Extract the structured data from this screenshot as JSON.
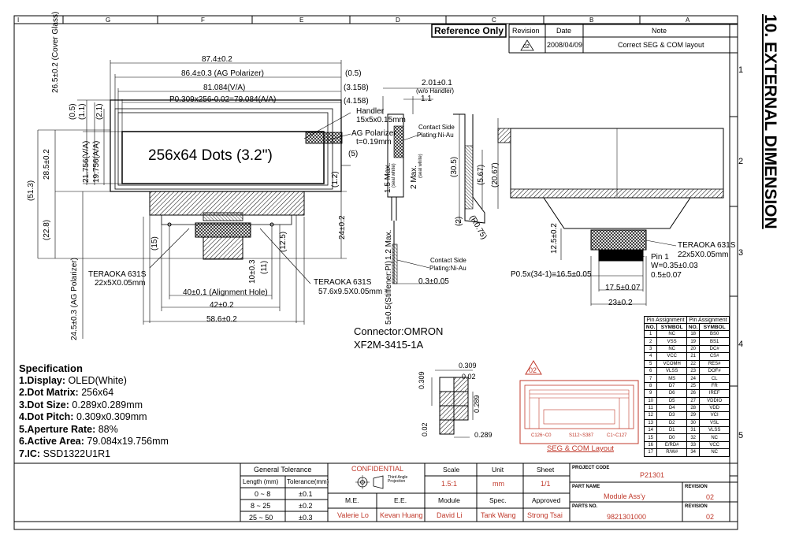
{
  "section_title": "10. EXTERNAL DIMENSION",
  "column_letters": [
    "I",
    "G",
    "F",
    "E",
    "D",
    "C",
    "B",
    "A"
  ],
  "row_numbers": [
    "1",
    "2",
    "3",
    "4",
    "5"
  ],
  "revision_block": {
    "reference_only": "Reference Only",
    "headers": [
      "Revision",
      "Date",
      "Note"
    ],
    "revision_mark": "02",
    "date": "2008/04/09",
    "note": "Correct SEG & COM layout"
  },
  "front_view": {
    "center_text": "256x64 Dots (3.2\")",
    "dims": {
      "overall_width": "87.4±0.2",
      "polarizer_width": "86.4±0.3 (AG Polarizer)",
      "va_width": "81.084(V/A)",
      "aa_width": "P0.309x256-0.02=79.084(A/A)",
      "r_05": "(0.5)",
      "r_3158": "(3.158)",
      "r_4158": "(4.158)",
      "handler": "Handler",
      "handler_size": "15x5x0.15mm",
      "ag_polarizer": "AG Polarizer",
      "ag_thickness": "t=0.19mm",
      "r_5": "(5)",
      "r_12": "(1.2)",
      "cover_glass": "26.5±0.2 (Cover Glass)",
      "h_285": "28.5±0.2",
      "h_05": "(0.5)",
      "h_11": "(1.1)",
      "h_21": "(2.1)",
      "va_h": "21.756(V/A)",
      "aa_h": "19.756(A/A)",
      "h_513": "(51.3)",
      "h_228": "(22.8)",
      "h_15": "(15)",
      "h_125": "(12.5)",
      "h_24": "24±0.2",
      "h_11b": "(11)",
      "h_10": "10±0.3",
      "ag_pol_h": "24.5±0.3 (AG Polarizer)",
      "teraoka_left": "TERAOKA 631S",
      "teraoka_left_size": "22x5X0.05mm",
      "teraoka_mid": "TERAOKA 631S",
      "teraoka_mid_size": "57.6x9.5X0.05mm",
      "align_hole": "40±0.1 (Alignment Hole)",
      "w_42": "42±0.2",
      "w_586": "58.6±0.2"
    }
  },
  "side_view": {
    "d_201": "2.01±0.1",
    "wo_handler": "(w/o Handler)",
    "d_11": "1.1",
    "contact_side_1": "Contact Side",
    "plating_1": "Plating:Ni-Au",
    "max_15": "1.5 Max.",
    "max_2": "2 Max.",
    "seal_white": "(seal white)",
    "max_12": "1.2 Max.",
    "contact_side_2": "Contact Side",
    "plating_2": "Plating:Ni-Au",
    "d_03": "0.3±0.05",
    "stiffener": "5±0.5(Stiffener:PI)",
    "d_305": "(30.5)",
    "d_567": "(5.67)",
    "d_2067": "(20.67)",
    "d_2": "(2)",
    "r075": "(R0.75)"
  },
  "connector": {
    "line1": "Connector:OMRON",
    "line2": "XF2M-3415-1A"
  },
  "right_view": {
    "teraoka": "TERAOKA 631S",
    "teraoka_size": "22x5X0.05mm",
    "pin1": "Pin 1",
    "w": "W=0.35±0.03",
    "d_05": "0.5±0.07",
    "pitch": "P0.5x(34-1)=16.5±0.05",
    "d_175": "17.5±0.07",
    "d_23": "23±0.2",
    "d_125": "12.5±0.2"
  },
  "pin_table": {
    "group_headers": [
      "Pin Assignment",
      "Pin Assignment"
    ],
    "headers": [
      "NO.",
      "SYMBOL",
      "NO.",
      "SYMBOL"
    ],
    "rows": [
      [
        "1",
        "NC",
        "18",
        "BS0"
      ],
      [
        "2",
        "VSS",
        "19",
        "BS1"
      ],
      [
        "3",
        "NC",
        "20",
        "DC#"
      ],
      [
        "4",
        "VCC",
        "21",
        "CS#"
      ],
      [
        "5",
        "VCOMH",
        "22",
        "RES#"
      ],
      [
        "6",
        "VLSS",
        "23",
        "DOF#"
      ],
      [
        "7",
        "MS",
        "24",
        "CL"
      ],
      [
        "8",
        "D7",
        "25",
        "FR"
      ],
      [
        "9",
        "D6",
        "26",
        "IREF"
      ],
      [
        "10",
        "D5",
        "27",
        "VDDIO"
      ],
      [
        "11",
        "D4",
        "28",
        "VDD"
      ],
      [
        "12",
        "D3",
        "29",
        "VCI"
      ],
      [
        "13",
        "D2",
        "30",
        "VSL"
      ],
      [
        "14",
        "D1",
        "31",
        "VLSS"
      ],
      [
        "15",
        "D0",
        "32",
        "NC"
      ],
      [
        "16",
        "E/RD#",
        "33",
        "VCC"
      ],
      [
        "17",
        "R/W#",
        "34",
        "NC"
      ]
    ]
  },
  "dot_detail": {
    "d_309_top": "0.309",
    "d_002_top": "0.02",
    "d_309_left": "0.309",
    "d_289_right": "0.289",
    "d_002_left": "0.02",
    "d_289_bottom": "0.289"
  },
  "seg_com": {
    "mark": "02",
    "c126": "C126~C0",
    "s112": "S112~S387",
    "c1": "C1~C127",
    "title": "SEG & COM Layout"
  },
  "specification": {
    "title": "Specification",
    "items": [
      {
        "label": "1.Display:",
        "value": "OLED(White)"
      },
      {
        "label": "2.Dot Matrix:",
        "value": "256x64"
      },
      {
        "label": "3.Dot Size:",
        "value": "0.289x0.289mm"
      },
      {
        "label": "4.Dot Pitch:",
        "value": "0.309x0.309mm"
      },
      {
        "label": "5.Aperture Rate:",
        "value": "88%"
      },
      {
        "label": "6.Active Area:",
        "value": "79.084x19.756mm"
      },
      {
        "label": "7.IC:",
        "value": "SSD1322U1R1"
      }
    ]
  },
  "tolerance": {
    "title": "General Tolerance",
    "headers": [
      "Length (mm)",
      "Tolerance(mm)"
    ],
    "rows": [
      [
        "0 ~ 8",
        "±0.1"
      ],
      [
        "8 ~ 25",
        "±0.2"
      ],
      [
        "25 ~ 50",
        "±0.3"
      ]
    ]
  },
  "title_block": {
    "confidential": "CONFIDENTIAL",
    "projection": "Third Angle Projection",
    "scale_label": "Scale",
    "scale": "1.5:1",
    "unit_label": "Unit",
    "unit": "mm",
    "sheet_label": "Sheet",
    "sheet": "1/1",
    "me_label": "M.E.",
    "me": "Valerie Lo",
    "ee_label": "E.E.",
    "ee": "Kevan Huang",
    "module_label": "Module",
    "module": "David Li",
    "spec_label": "Spec.",
    "spec": "Tank Wang",
    "approved_label": "Approved",
    "approved": "Strong Tsai",
    "project_code_label": "PROJECT CODE",
    "project_code": "P21301",
    "part_name_label": "PART NAME",
    "part_name": "Module Ass'y",
    "revision_label": "REVISION",
    "revision": "02",
    "parts_no_label": "PARTS NO.",
    "parts_no": "9821301000",
    "revision_label2": "REVISION",
    "revision2": "02"
  },
  "colors": {
    "accent_red": "#c0392b",
    "line": "#000000"
  }
}
